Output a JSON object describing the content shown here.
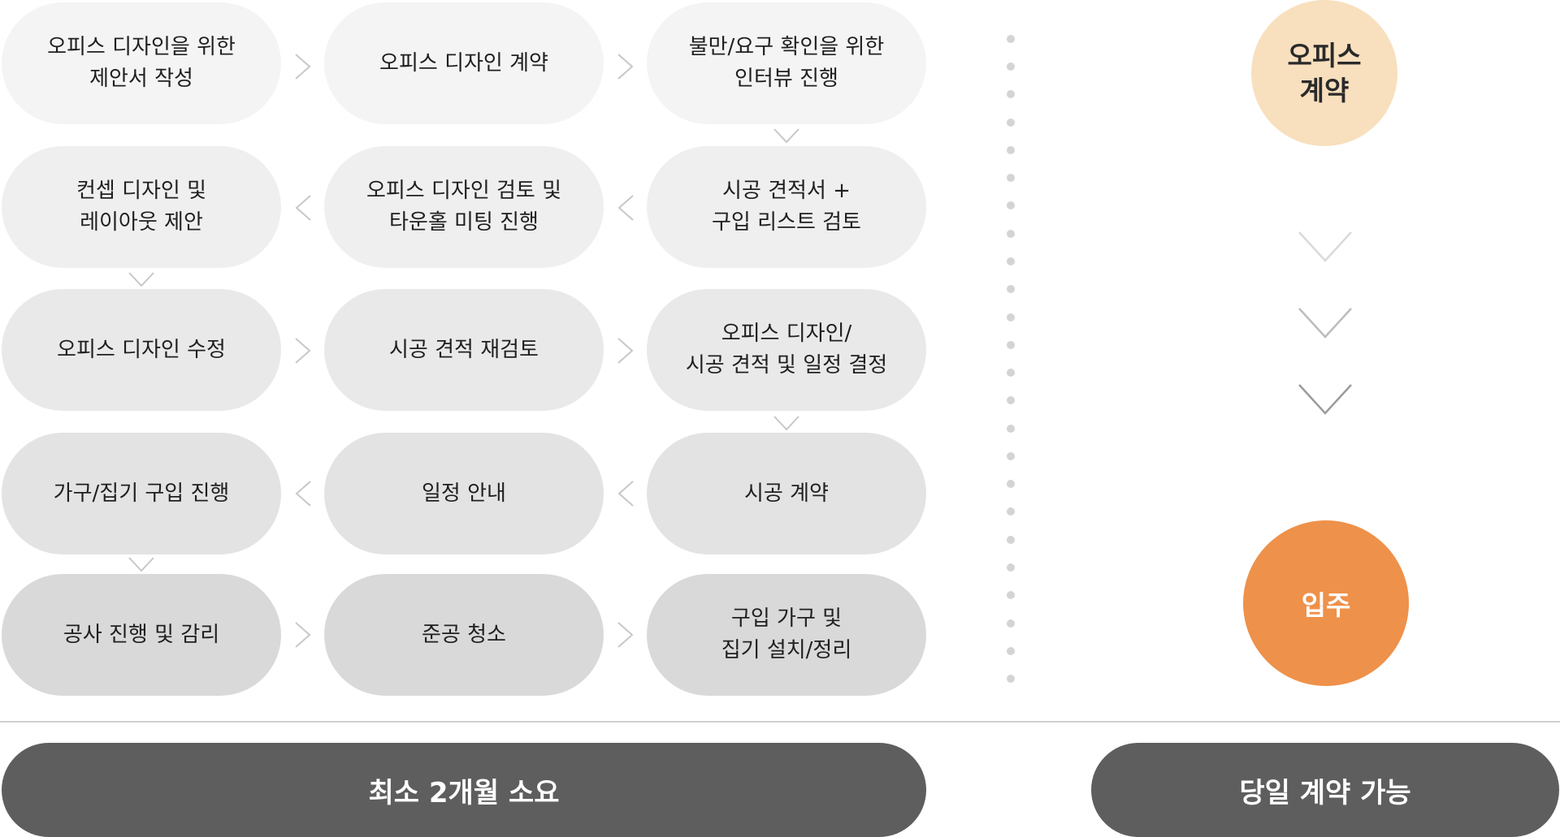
{
  "steps": [
    {
      "label": "오피스 디자인을 위한\n제안서 작성"
    },
    {
      "label": "오피스 디자인 계약"
    },
    {
      "label": "불만/요구 확인을 위한\n인터뷰 진행"
    },
    {
      "label": "컨셉 디자인 및\n레이아웃 제안"
    },
    {
      "label": "오피스 디자인 검토 및\n타운홀 미팅 진행"
    },
    {
      "label": "시공 견적서 +\n구입 리스트 검토"
    },
    {
      "label": "오피스 디자인 수정"
    },
    {
      "label": "시공 견적 재검토"
    },
    {
      "label": "오피스 디자인/\n시공 견적 및 일정 결정"
    },
    {
      "label": "가구/집기 구입 진행"
    },
    {
      "label": "일정 안내"
    },
    {
      "label": "시공 계약"
    },
    {
      "label": "공사 진행 및 감리"
    },
    {
      "label": "준공 청소"
    },
    {
      "label": "구입 가구 및\n집기 설치/정리"
    }
  ],
  "right_flow": {
    "start_label": "오피스\n계약",
    "end_label": "입주"
  },
  "footer": {
    "left_label": "최소 2개월 소요",
    "right_label": "당일 계약 가능"
  },
  "colors": {
    "contract_circle": "#f8dfbd",
    "movein_circle": "#ee914a",
    "footer_bar": "#5e5e5e",
    "arrow": "#c8c8c8",
    "right_chevron": "#9b9b9b"
  }
}
